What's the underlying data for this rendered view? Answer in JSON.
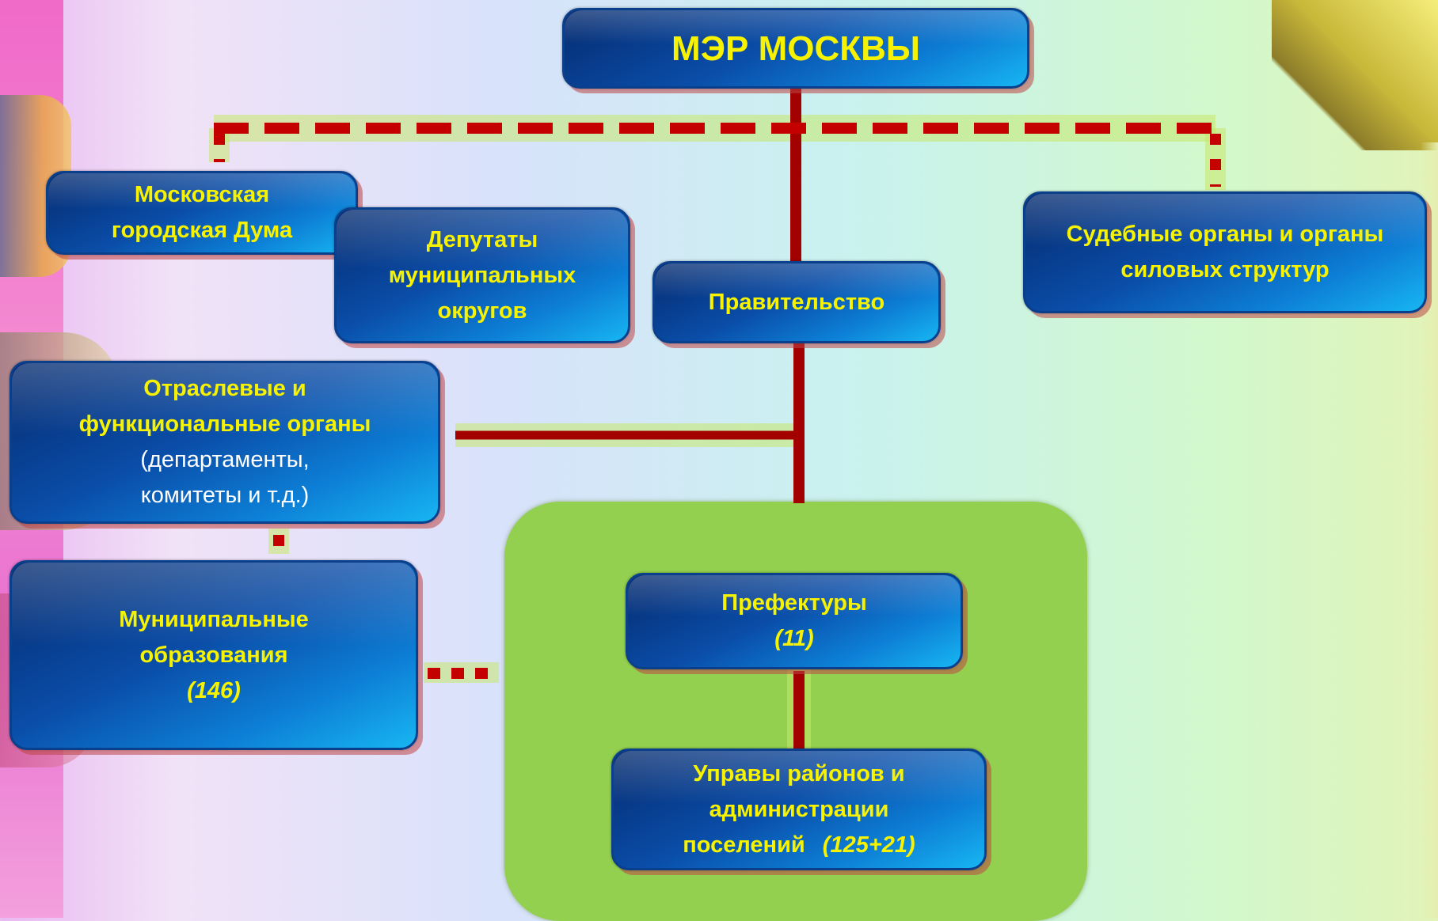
{
  "nodes": {
    "mayor": "МЭР МОСКВЫ",
    "city_duma": [
      "Московская",
      "городская Дума"
    ],
    "deputies": [
      "Депутаты",
      "муниципальных",
      "округов"
    ],
    "government": "Правительство",
    "judicial": [
      "Судебные органы и органы",
      "силовых структур"
    ],
    "sectoral": {
      "line1": "Отраслевые и",
      "line2": "функциональные органы",
      "line3": "(департаменты,",
      "line4": "комитеты и т.д.)"
    },
    "municipal": {
      "line1": "Муниципальные",
      "line2": "образования",
      "count": "(146)"
    },
    "prefectures": {
      "label": "Префектуры",
      "count": "(11)"
    },
    "district_councils": {
      "line1": "Управы районов и",
      "line2": "администрации",
      "line3": "поселений",
      "count": "(125+21)"
    }
  },
  "colors": {
    "box_text": "#f6f200",
    "box_fill": "#0a4da8",
    "solid_line": "#a30000",
    "dashed_line": "#c40000",
    "panel": "#93d04f"
  }
}
